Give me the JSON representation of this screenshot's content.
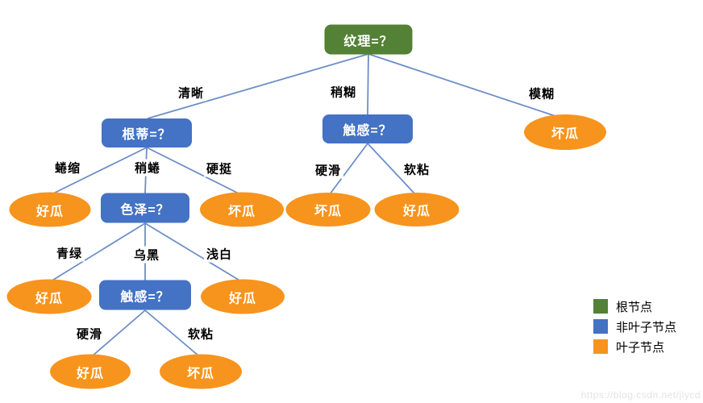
{
  "diagram_type": "decision-tree",
  "tree": {
    "label": "纹理=？",
    "children": [
      {
        "edge": "清晰",
        "label": "根蒂=？",
        "children": [
          {
            "edge": "蜷缩",
            "label": "好瓜"
          },
          {
            "edge": "稍蜷",
            "label": "色泽=？",
            "children": [
              {
                "edge": "青绿",
                "label": "好瓜"
              },
              {
                "edge": "乌黑",
                "label": "触感=？",
                "children": [
                  {
                    "edge": "硬滑",
                    "label": "好瓜"
                  },
                  {
                    "edge": "软粘",
                    "label": "坏瓜"
                  }
                ]
              },
              {
                "edge": "浅白",
                "label": "好瓜"
              }
            ]
          },
          {
            "edge": "硬挺",
            "label": "坏瓜"
          }
        ]
      },
      {
        "edge": "稍糊",
        "label": "触感=？",
        "children": [
          {
            "edge": "硬滑",
            "label": "坏瓜"
          },
          {
            "edge": "软粘",
            "label": "好瓜"
          }
        ]
      },
      {
        "edge": "模糊",
        "label": "坏瓜"
      }
    ]
  },
  "nodes": [
    {
      "label": "纹理=？",
      "kind": "root"
    },
    {
      "label": "根蒂=？",
      "kind": "internal"
    },
    {
      "label": "触感=？",
      "kind": "internal"
    },
    {
      "label": "坏瓜",
      "kind": "leaf"
    },
    {
      "label": "好瓜",
      "kind": "leaf"
    },
    {
      "label": "色泽=？",
      "kind": "internal"
    },
    {
      "label": "坏瓜",
      "kind": "leaf"
    },
    {
      "label": "坏瓜",
      "kind": "leaf"
    },
    {
      "label": "好瓜",
      "kind": "leaf"
    },
    {
      "label": "好瓜",
      "kind": "leaf"
    },
    {
      "label": "触感=？",
      "kind": "internal"
    },
    {
      "label": "好瓜",
      "kind": "leaf"
    },
    {
      "label": "好瓜",
      "kind": "leaf"
    },
    {
      "label": "坏瓜",
      "kind": "leaf"
    }
  ],
  "edge_labels": [
    "清晰",
    "稍糊",
    "模糊",
    "蜷缩",
    "稍蜷",
    "硬挺",
    "硬滑",
    "软粘",
    "青绿",
    "乌黑",
    "浅白",
    "硬滑",
    "软粘"
  ],
  "legend": {
    "items": [
      {
        "label": "根节点",
        "color": "#538135"
      },
      {
        "label": "非叶子节点",
        "color": "#4472c4"
      },
      {
        "label": "叶子节点",
        "color": "#f7941d"
      }
    ]
  },
  "watermark": "https://blog.csdn.net/jlycd",
  "colors": {
    "root_node": "#538135",
    "internal_node": "#4472c4",
    "leaf_node": "#f7941d",
    "edge_line": "#6d8ec7",
    "node_text": "#ffffff"
  }
}
